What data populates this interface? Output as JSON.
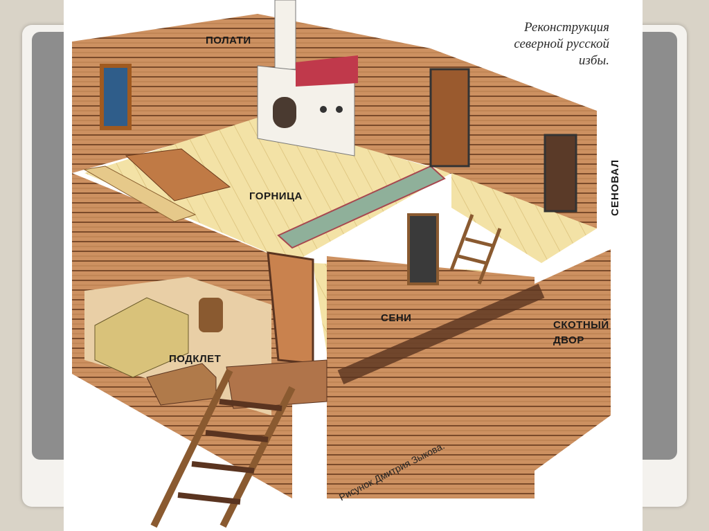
{
  "caption": {
    "line1": "Реконструкция",
    "line2": "северной русской",
    "line3": "избы."
  },
  "labels": {
    "polati": "ПОЛАТИ",
    "gornitsa": "ГОРНИЦА",
    "seni": "СЕНИ",
    "podklet": "ПОДКЛЕТ",
    "senoval": "СЕНОВАЛ",
    "skotny_line1": "СКОТНЫЙ",
    "skotny_line2": "ДВОР"
  },
  "credit": "Рисунок Дмитрия Зыкова.",
  "colors": {
    "log_wall": "#c98a5a",
    "log_line": "#7a4a2a",
    "floor": "#f2dfa0",
    "stove": "#f4f1ea",
    "dark_wood": "#5a3420"
  }
}
